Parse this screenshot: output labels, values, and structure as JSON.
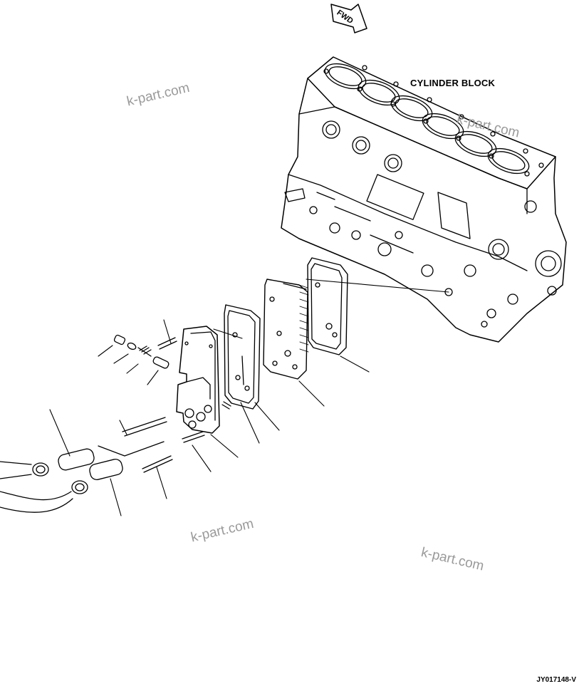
{
  "labels": {
    "cylinder_block": "CYLINDER BLOCK",
    "figure_code": "JY017148-V",
    "direction": "FWD"
  },
  "watermark": "k-part.com",
  "colors": {
    "line": "#000000",
    "watermark": "#9a9a9a",
    "background": "#ffffff"
  }
}
